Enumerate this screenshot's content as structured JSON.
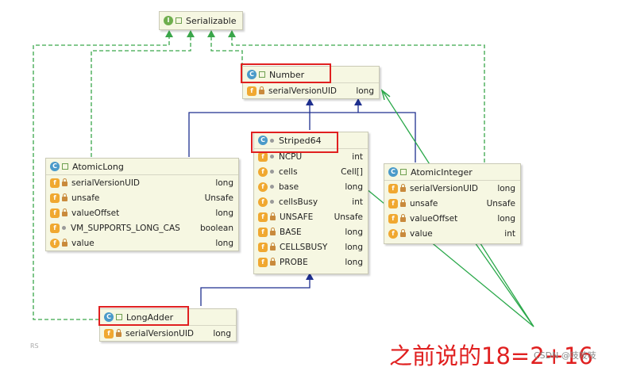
{
  "colors": {
    "inherit": "#1e2f8f",
    "implement": "#3aa64a",
    "highlight": "#e02020",
    "annotation": "#2aa84a"
  },
  "serializable": {
    "name": "Serializable",
    "icon": "interface-icon"
  },
  "number": {
    "name": "Number",
    "fields": [
      {
        "name": "serialVersionUID",
        "type": "long"
      }
    ]
  },
  "striped64": {
    "name": "Striped64",
    "fields": [
      {
        "name": "NCPU",
        "type": "int"
      },
      {
        "name": "cells",
        "type": "Cell[]"
      },
      {
        "name": "base",
        "type": "long"
      },
      {
        "name": "cellsBusy",
        "type": "int"
      },
      {
        "name": "UNSAFE",
        "type": "Unsafe"
      },
      {
        "name": "BASE",
        "type": "long"
      },
      {
        "name": "CELLSBUSY",
        "type": "long"
      },
      {
        "name": "PROBE",
        "type": "long"
      }
    ]
  },
  "atomicLong": {
    "name": "AtomicLong",
    "fields": [
      {
        "name": "serialVersionUID",
        "type": "long"
      },
      {
        "name": "unsafe",
        "type": "Unsafe"
      },
      {
        "name": "valueOffset",
        "type": "long"
      },
      {
        "name": "VM_SUPPORTS_LONG_CAS",
        "type": "boolean"
      },
      {
        "name": "value",
        "type": "long"
      }
    ]
  },
  "atomicInteger": {
    "name": "AtomicInteger",
    "fields": [
      {
        "name": "serialVersionUID",
        "type": "long"
      },
      {
        "name": "unsafe",
        "type": "Unsafe"
      },
      {
        "name": "valueOffset",
        "type": "long"
      },
      {
        "name": "value",
        "type": "int"
      }
    ]
  },
  "longAdder": {
    "name": "LongAdder",
    "fields": [
      {
        "name": "serialVersionUID",
        "type": "long"
      }
    ]
  },
  "annotation": "之前说的18=2+16",
  "watermark": "CSDN @吱吱吱",
  "corner_text": "RS"
}
